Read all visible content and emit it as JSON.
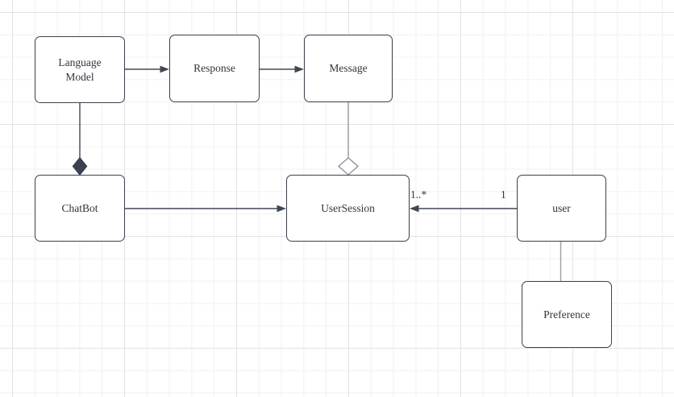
{
  "diagram": {
    "type": "uml-class-diagram",
    "nodes": [
      {
        "id": "language-model",
        "label": "Language Model"
      },
      {
        "id": "response",
        "label": "Response"
      },
      {
        "id": "message",
        "label": "Message"
      },
      {
        "id": "chatbot",
        "label": "ChatBot"
      },
      {
        "id": "user-session",
        "label": "UserSession"
      },
      {
        "id": "user",
        "label": "user"
      },
      {
        "id": "preference",
        "label": "Preference"
      }
    ],
    "edges": [
      {
        "from": "Language Model",
        "to": "Response",
        "type": "directed-arrow"
      },
      {
        "from": "Response",
        "to": "Message",
        "type": "directed-arrow"
      },
      {
        "from": "Language Model",
        "to": "ChatBot",
        "type": "composition-filled-diamond"
      },
      {
        "from": "Message",
        "to": "UserSession",
        "type": "aggregation-hollow-diamond"
      },
      {
        "from": "ChatBot",
        "to": "UserSession",
        "type": "directed-arrow"
      },
      {
        "from": "user",
        "to": "UserSession",
        "type": "directed-arrow",
        "source_multiplicity": "1",
        "target_multiplicity": "1..*"
      },
      {
        "from": "user",
        "to": "Preference",
        "type": "plain-line"
      }
    ],
    "colors": {
      "node_border": "#3a414c",
      "node_fill": "#ffffff",
      "text": "#2f353c",
      "dark_edge": "#414855",
      "light_edge": "#a0a3a7",
      "hollow_diamond_stroke": "#8f949b",
      "grid_minor": "#f1f1f2",
      "grid_major": "#e2e3e5"
    }
  }
}
